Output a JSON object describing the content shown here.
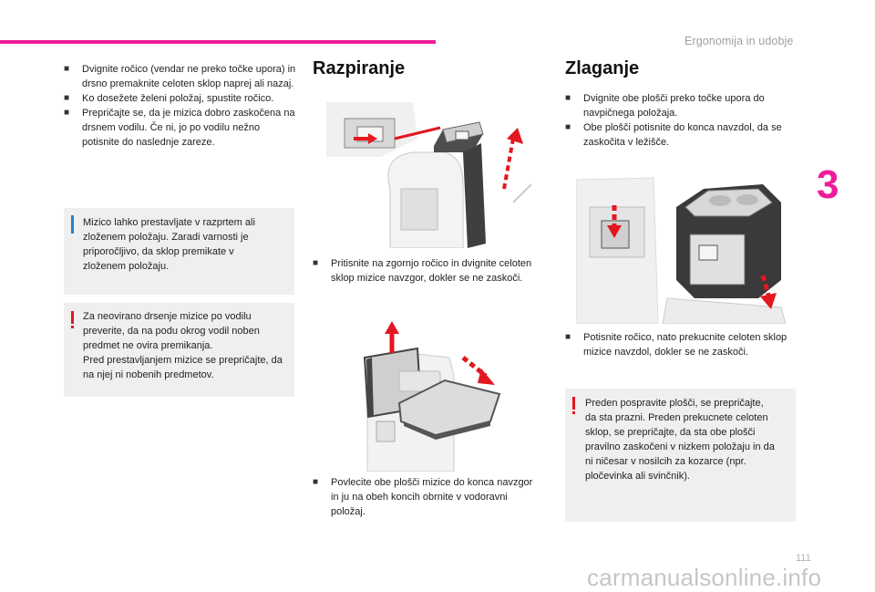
{
  "header": {
    "section_title": "Ergonomija in udobje",
    "chapter_number": "3",
    "page_number": "111",
    "accent_color": "#ee1c9a"
  },
  "left_column": {
    "bullets": [
      "Dvignite ročico (vendar ne preko točke upora) in drsno premaknite celoten sklop naprej ali nazaj.",
      "Ko dosežete želeni položaj, spustite ročico.",
      "Prepričajte se, da je mizica dobro zaskočena na drsnem vodilu. Če ni, jo po vodilu nežno potisnite do naslednje zareze."
    ],
    "info_box": "Mizico lahko prestavljate v razprtem ali zloženem položaju. Zaradi varnosti je priporočljivo, da sklop premikate v zloženem položaju.",
    "warning_box": "Za neovirano drsenje mizice po vodilu preverite, da na podu okrog vodil noben predmet ne ovira premikanja.\nPred prestavljanjem mizice se prepričajte, da na njej ni nobenih predmetov."
  },
  "middle_column": {
    "heading": "Razpiranje",
    "step1": "Pritisnite na zgornjo ročico in dvignite celoten sklop mizice navzgor, dokler se ne zaskoči.",
    "step2": "Povlecite obe plošči mizice do konca navzgor in ju na obeh koncih obrnite v vodoravni položaj."
  },
  "right_column": {
    "heading": "Zlaganje",
    "step1": "Dvignite obe plošči preko točke upora do navpičnega položaja.",
    "step2": "Obe plošči potisnite do konca navzdol, da se zaskočita v ležišče.",
    "step3": "Potisnite ročico, nato prekucnite celoten sklop mizice navzdol, dokler se ne zaskoči.",
    "warning_box": "Preden pospravite plošči, se prepričajte, da sta prazni. Preden prekucnete celoten sklop, se prepričajte, da sta obe plošči pravilno zaskočeni v nizkem položaju in da ni ničesar v nosilcih za kozarce (npr. pločevinka ali svinčnik)."
  },
  "watermark": "carmanualsonline.info",
  "colors": {
    "info": "#2b7fc1",
    "warning": "#e3171f",
    "box_bg": "#efefef"
  }
}
